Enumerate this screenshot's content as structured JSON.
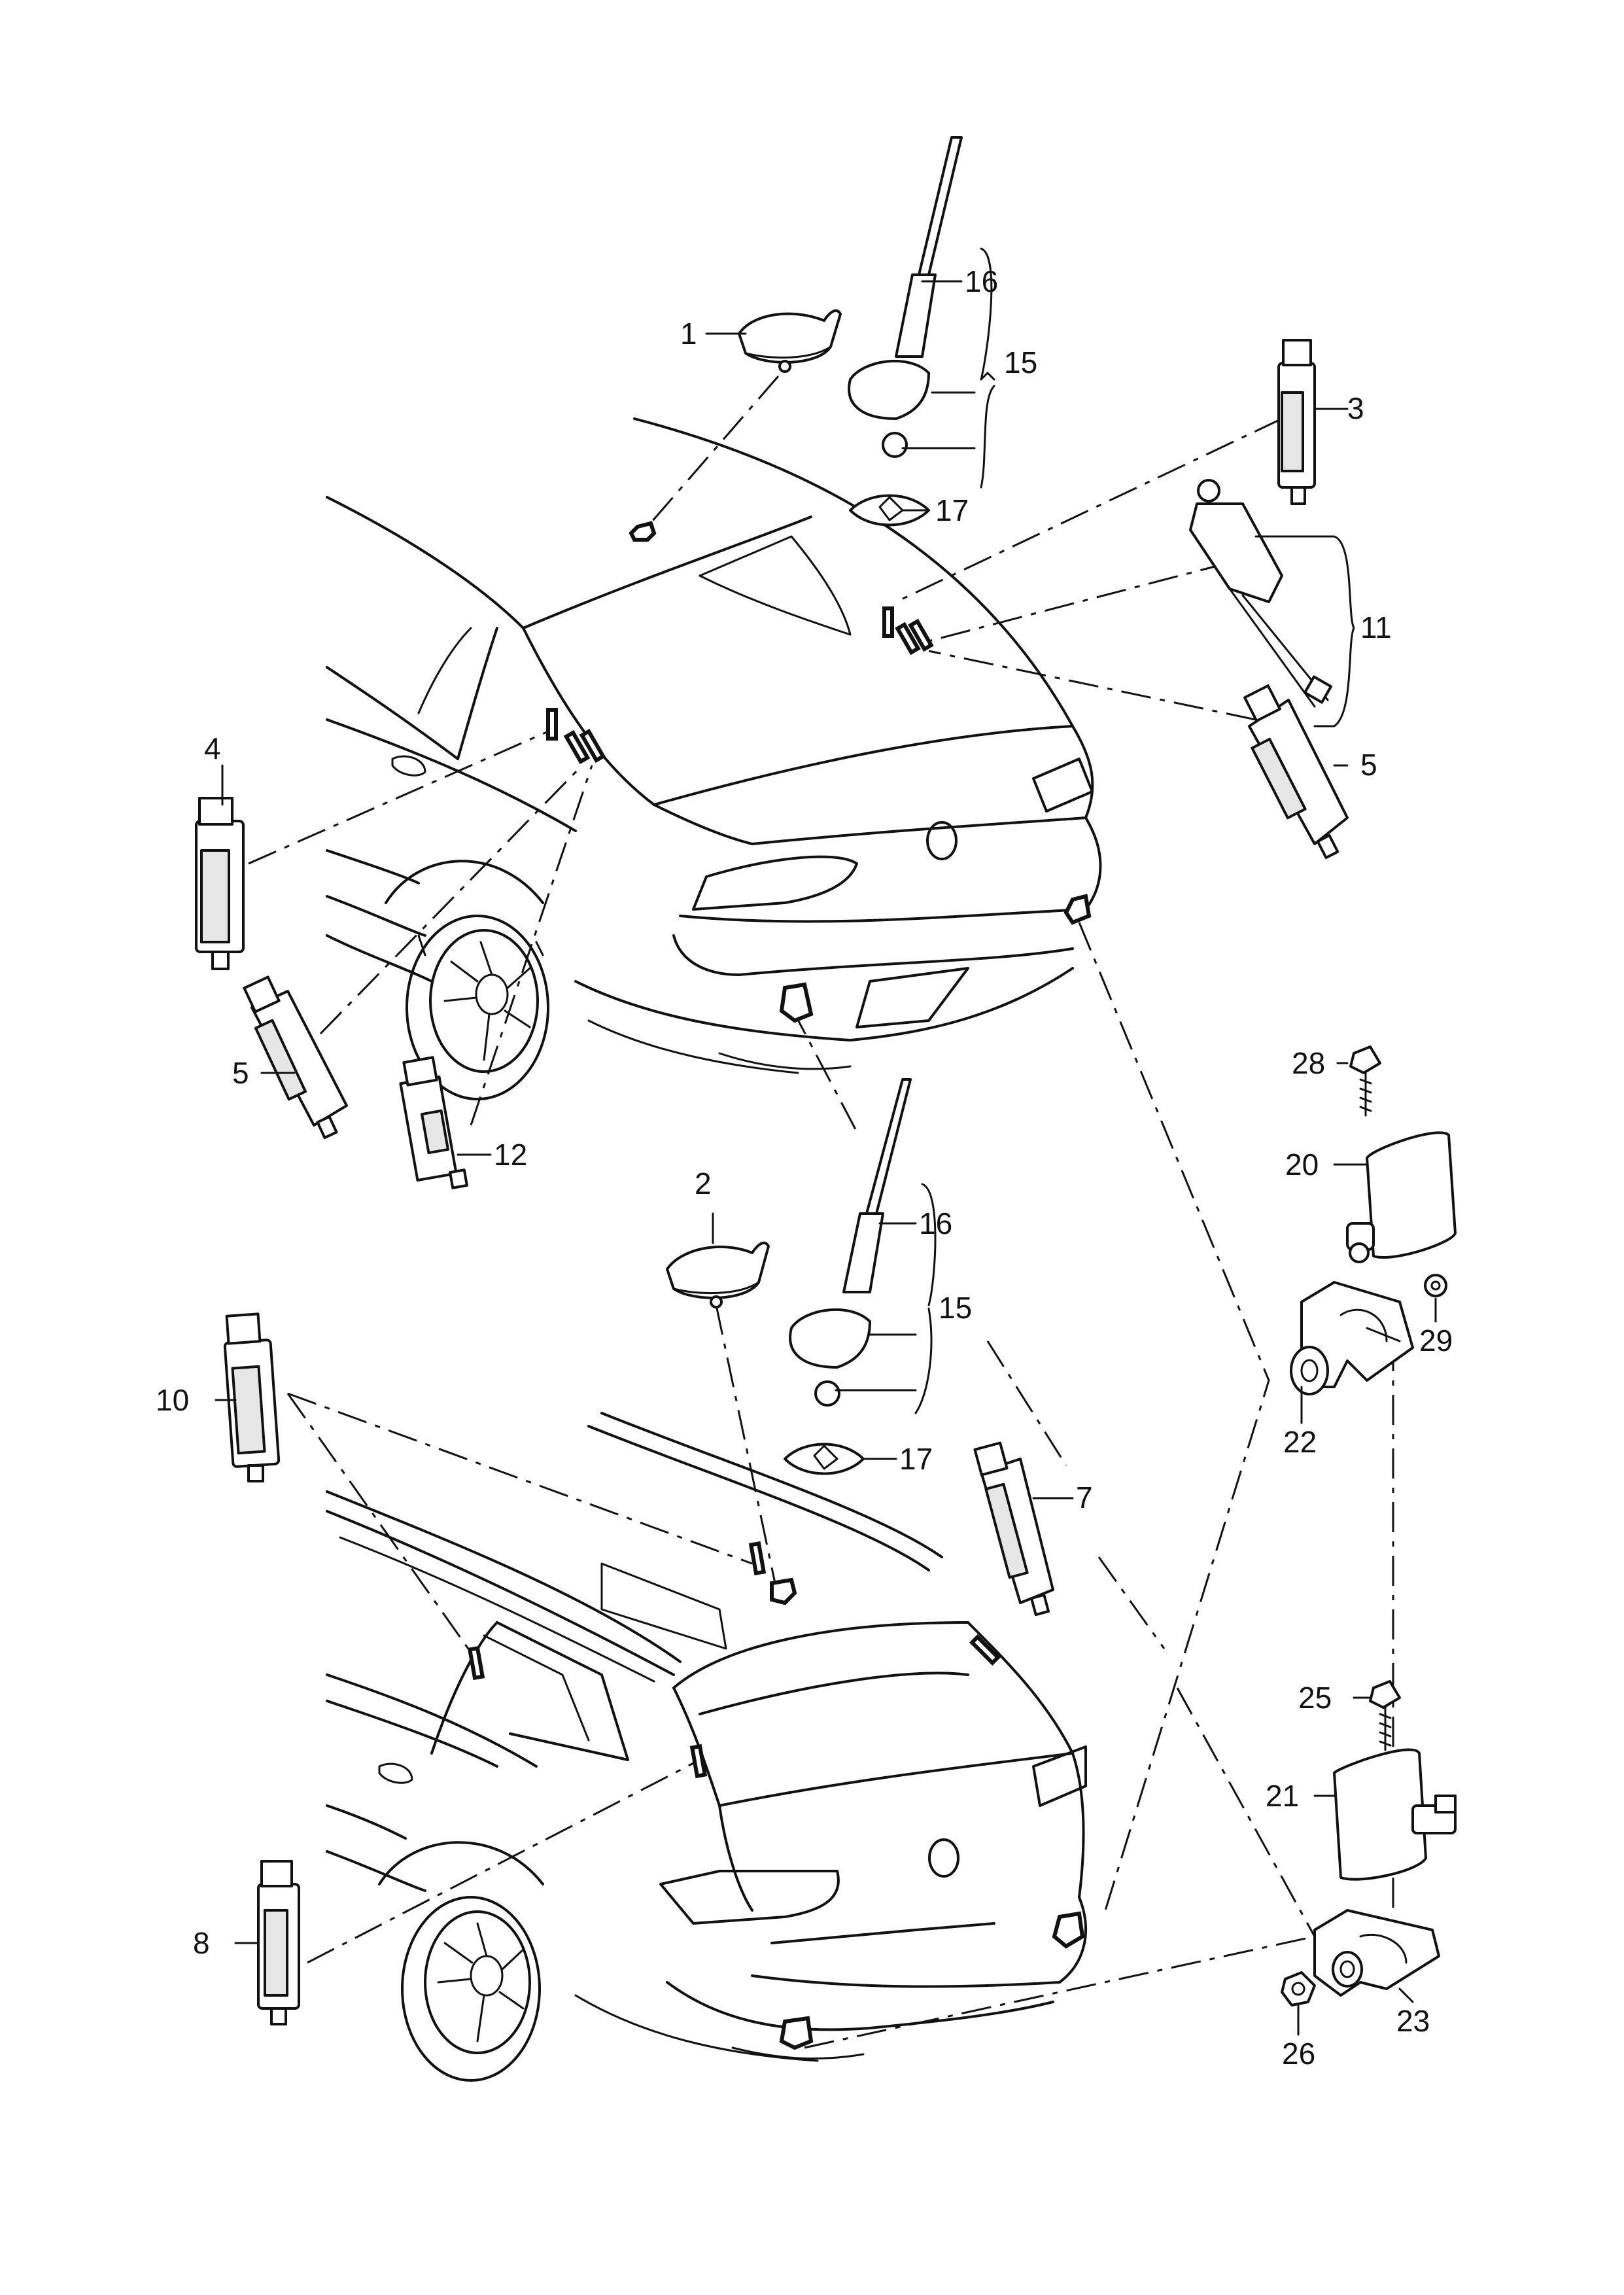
{
  "diagram": {
    "callouts": {
      "c1": "1",
      "c2": "2",
      "c3": "3",
      "c4": "4",
      "c5a": "5",
      "c5b": "5",
      "c7": "7",
      "c8": "8",
      "c10": "10",
      "c11": "11",
      "c12": "12",
      "c15a": "15",
      "c15b": "15",
      "c16a": "16",
      "c16b": "16",
      "c17a": "17",
      "c17b": "17",
      "c20": "20",
      "c21": "21",
      "c22": "22",
      "c23": "23",
      "c25": "25",
      "c26": "26",
      "c28": "28",
      "c29": "29"
    }
  }
}
